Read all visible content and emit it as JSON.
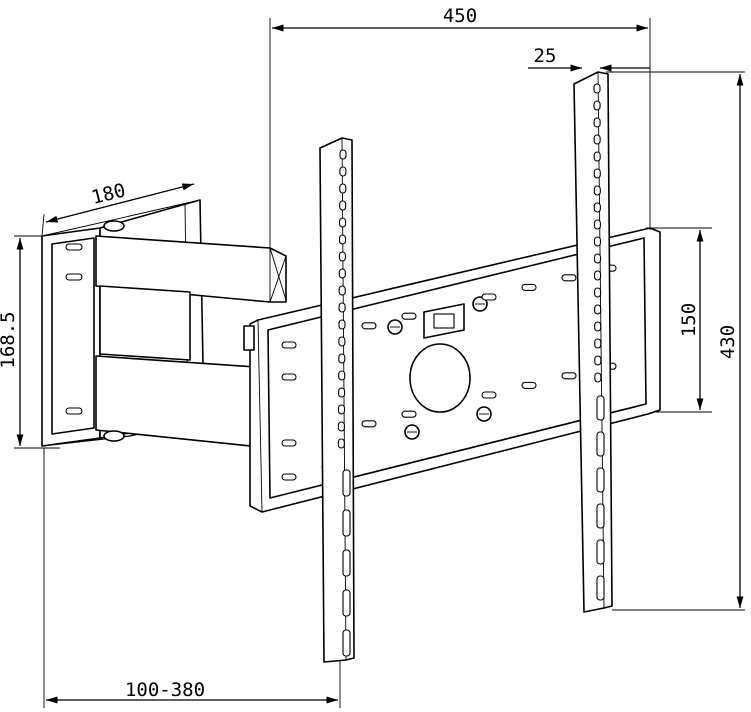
{
  "title": "",
  "dimensions": {
    "vesa_width": "450",
    "rail_width": "25",
    "arm_length": "180",
    "wall_plate_height": "168.5",
    "vesa_height": "150",
    "rail_height": "430",
    "extension": "100-380"
  },
  "parts": [
    "wall-plate",
    "swing-arm",
    "center-plate",
    "vertical-rail-left",
    "vertical-rail-right"
  ]
}
